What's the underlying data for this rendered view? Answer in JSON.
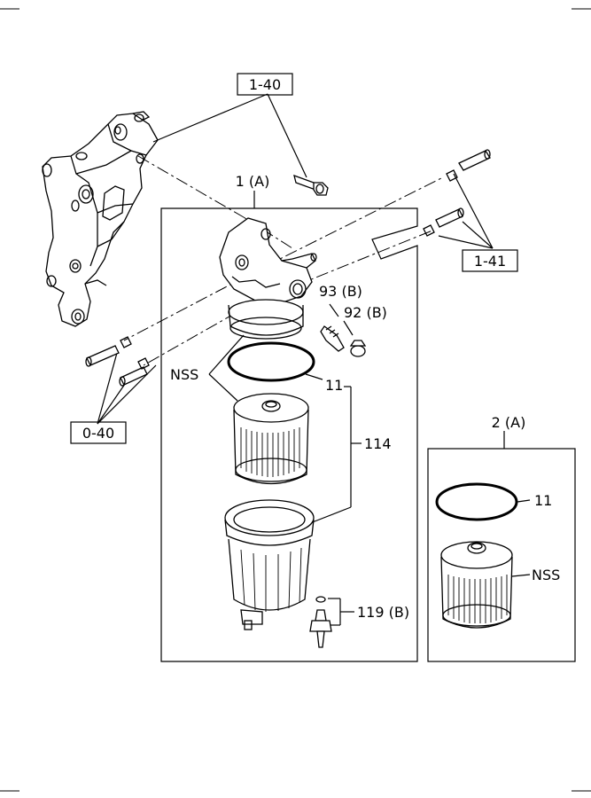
{
  "labels": {
    "ref_1_40": "1-40",
    "ref_1_41": "1-41",
    "ref_0_40": "0-40",
    "assy_1": "1 (A)",
    "assy_2": "2 (A)",
    "p93": "93 (B)",
    "p92": "92 (B)",
    "nss_main": "NSS",
    "p11_main": "11",
    "p114": "114",
    "p119": "119 (B)",
    "p11_kit": "11",
    "nss_kit": "NSS"
  }
}
